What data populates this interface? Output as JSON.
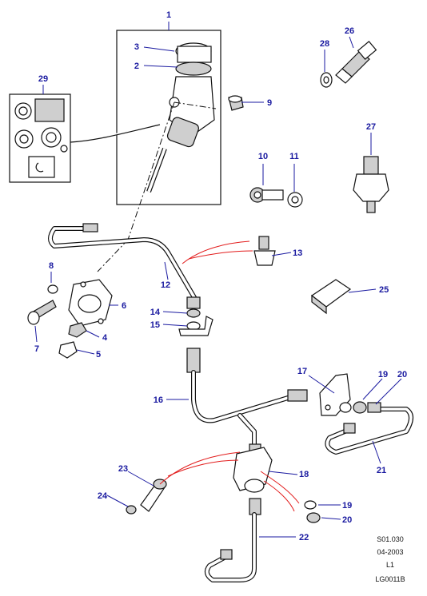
{
  "callouts": [
    "1",
    "2",
    "3",
    "29",
    "9",
    "10",
    "11",
    "28",
    "26",
    "27",
    "13",
    "12",
    "8",
    "6",
    "7",
    "4",
    "5",
    "14",
    "15",
    "25",
    "16",
    "17",
    "19",
    "20",
    "21",
    "23",
    "24",
    "18",
    "22",
    "19",
    "20"
  ],
  "reference": {
    "code": "S01.030",
    "date": "04-2003",
    "level": "L1",
    "drawing_id": "LG0011B"
  },
  "colors": {
    "callout": "#1a1aa0",
    "highlight": "#e21b1b",
    "line": "#111111"
  }
}
